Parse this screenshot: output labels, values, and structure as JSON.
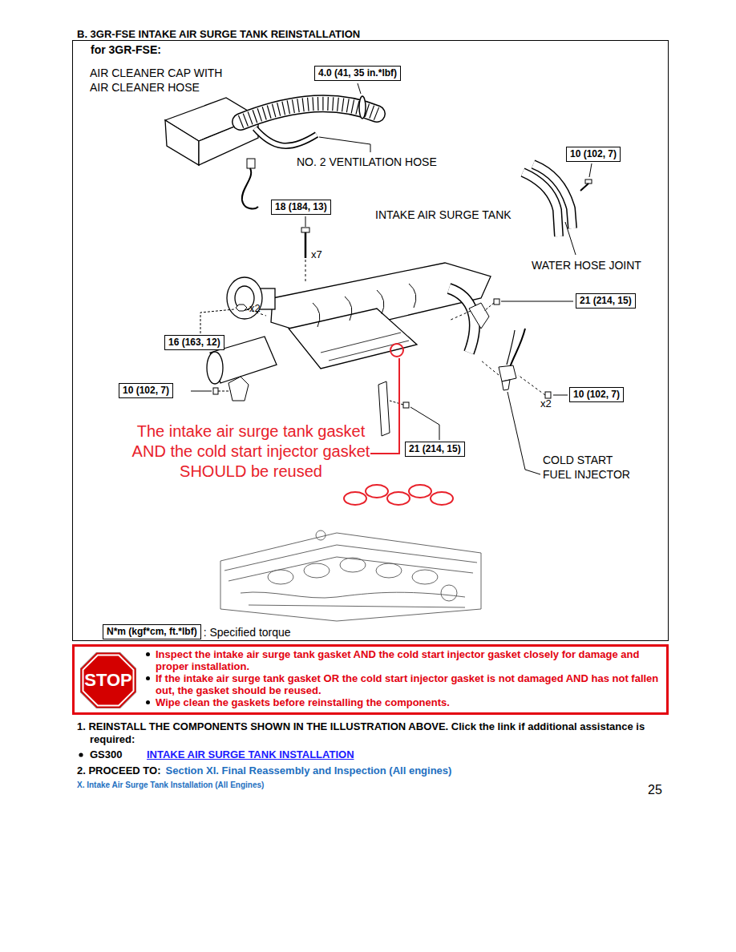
{
  "diagram": {
    "title": "B. 3GR-FSE INTAKE AIR SURGE TANK REINSTALLATION",
    "nodes": [
      {
        "text": [
          "for 3GR-FSE:"
        ]
      },
      {
        "text": [
          "4.0 (41, 35 in.*lbf)"
        ],
        "in": 0
      },
      {
        "text": [
          "10 (102, 7)"
        ],
        "in": 0
      },
      {
        "text": [
          "18 (184, 13)"
        ],
        "in": 0
      },
      {
        "text": [
          "21 (214, 15)"
        ],
        "in": 0
      },
      {
        "text": [
          "16 (163, 12)"
        ],
        "in": 0
      },
      {
        "text": [
          "10 (102, 7)"
        ],
        "in": 0
      },
      {
        "text": [
          "10 (102, 7)"
        ],
        "in": 0
      },
      {
        "text": [
          "21 (214, 15)"
        ],
        "in": 0
      },
      {
        "text": [
          "N*m (kgf*cm, ft.*lbf)"
        ],
        "in": 0
      },
      {
        "text": [
          "Inspect the intake air surge tank gasket AND the cold start injector gasket closely for damage and proper installation.",
          "If the intake air surge tank gasket OR the cold start injector gasket is not damaged AND has not fallen out, the gasket should be reused.",
          "Wipe clean the gaskets before reinstalling the components."
        ]
      },
      {
        "text": [
          "STOP"
        ],
        "in": 10
      }
    ],
    "labels": [
      "AIR CLEANER CAP WITH AIR CLEANER HOSE",
      "NO. 2 VENTILATION HOSE",
      "INTAKE AIR SURGE TANK",
      "WATER HOSE JOINT",
      "x7",
      "x2",
      "x2",
      "The intake air surge tank gasket AND the cold start injector gasket SHOULD be reused",
      "COLD START FUEL INJECTOR",
      ": Specified torque",
      "1. REINSTALL THE COMPONENTS SHOWN IN THE ILLUSTRATION ABOVE. Click the link if additional assistance is required:",
      "GS300",
      "INTAKE AIR SURGE TANK INSTALLATION",
      "2. PROCEED TO:",
      "Section XI. Final Reassembly and Inspection (All engines)",
      "X. Intake Air Surge Tank Installation (All Engines)",
      "25"
    ]
  }
}
